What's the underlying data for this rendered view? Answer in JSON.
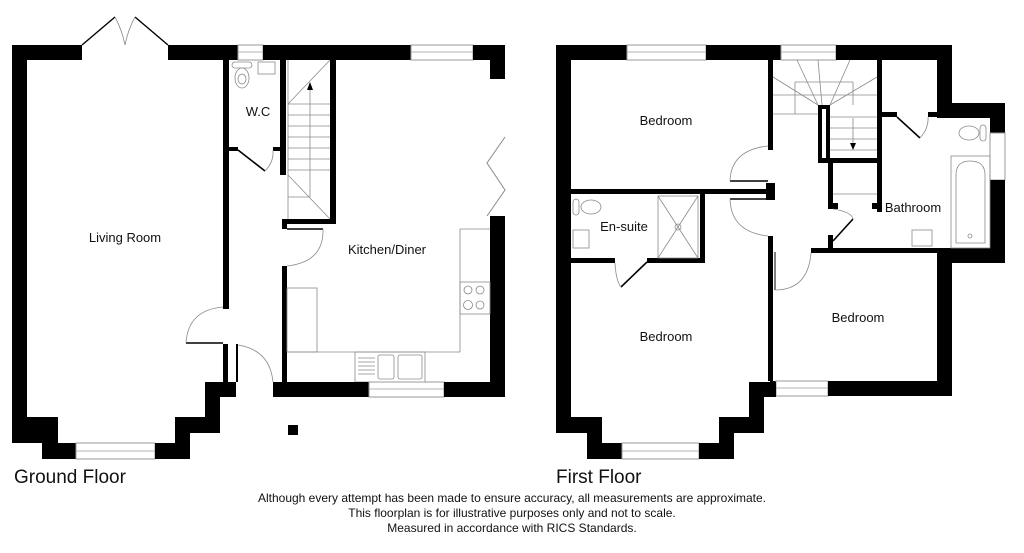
{
  "floors": {
    "ground": {
      "title": "Ground Floor",
      "rooms": {
        "living_room": "Living Room",
        "wc": "W.C",
        "kitchen_diner": "Kitchen/Diner"
      }
    },
    "first": {
      "title": "First Floor",
      "rooms": {
        "bedroom_1": "Bedroom",
        "en_suite": "En-suite",
        "bathroom": "Bathroom",
        "bedroom_2": "Bedroom",
        "bedroom_3": "Bedroom"
      }
    }
  },
  "disclaimer": {
    "line1": "Although every attempt has been made to ensure accuracy, all measurements are approximate.",
    "line2": "This floorplan is for illustrative purposes only and not to scale.",
    "line3": "Measured in accordance with RICS Standards."
  },
  "colors": {
    "wall": "#000000",
    "fixture_line": "#8a8a8a",
    "background": "#ffffff"
  }
}
